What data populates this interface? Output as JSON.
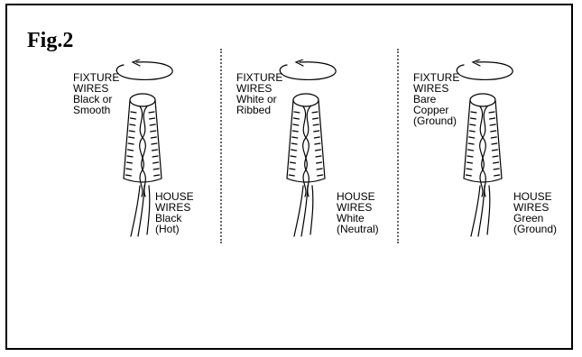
{
  "figure": {
    "title": "Fig.2"
  },
  "panels": [
    {
      "fixture_lines": [
        "FIXTURE",
        "WIRES",
        "Black or",
        "Smooth"
      ],
      "house_lines": [
        "HOUSE",
        "WIRES",
        "Black",
        "(Hot)"
      ]
    },
    {
      "fixture_lines": [
        "FIXTURE",
        "WIRES",
        "White or",
        "Ribbed"
      ],
      "house_lines": [
        "HOUSE",
        "WIRES",
        "White",
        "(Neutral)"
      ]
    },
    {
      "fixture_lines": [
        "FIXTURE",
        "WIRES",
        "Bare",
        "Copper",
        "(Ground)"
      ],
      "house_lines": [
        "HOUSE",
        "WIRES",
        "Green",
        "(Ground)"
      ]
    }
  ]
}
